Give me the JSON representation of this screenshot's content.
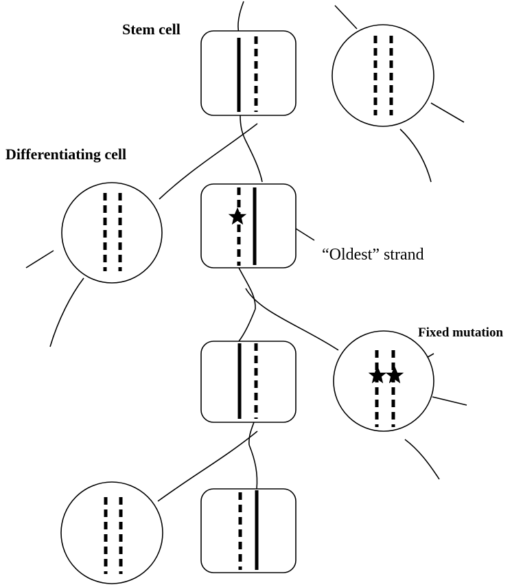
{
  "labels": {
    "stem_cell": "Stem cell",
    "differentiating_cell": "Differentiating cell",
    "oldest_strand": "“Oldest” strand",
    "fixed_mutation": "Fixed mutation"
  },
  "colors": {
    "ink": "#000000",
    "background": "#ffffff"
  },
  "icons": {
    "mutation_marker": "star-icon"
  }
}
